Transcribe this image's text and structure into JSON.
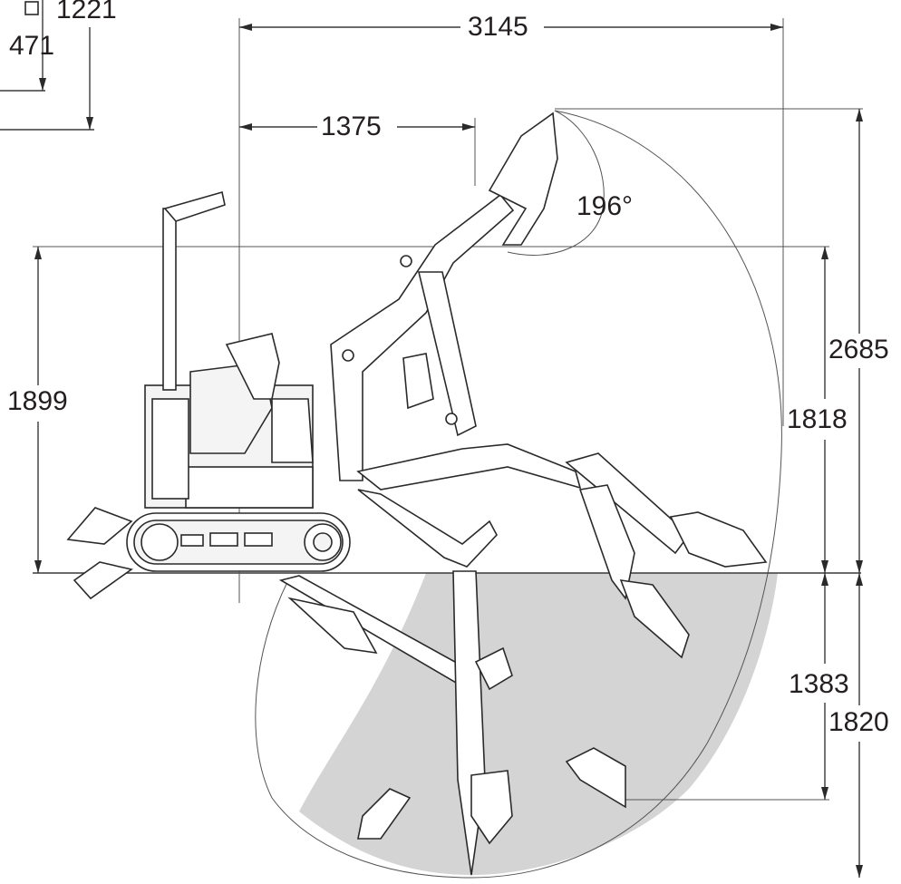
{
  "dimensions": {
    "reach_total": "3145",
    "reach_partial": "1375",
    "bucket_rotation": "196°",
    "dump_height_left": "1899",
    "max_dig_height": "2685",
    "dump_height_right": "1818",
    "dig_depth_vertical": "1383",
    "max_dig_depth": "1820",
    "inset_height": "1221",
    "inset_value": "471"
  },
  "colors": {
    "line": "#2a2a2a",
    "dig_area": "#d4d4d4",
    "text": "#231f20"
  }
}
